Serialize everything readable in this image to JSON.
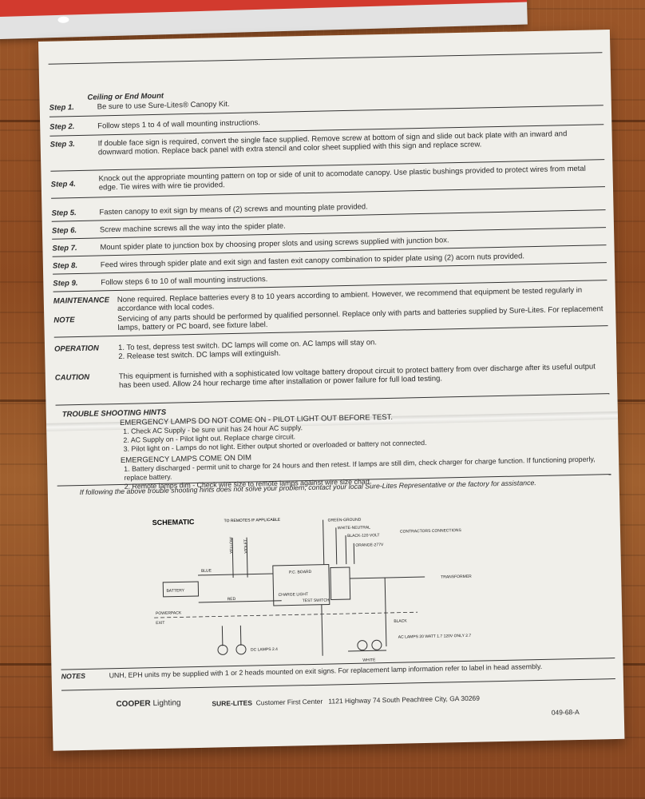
{
  "sheet": {
    "heading": "Ceiling or End Mount",
    "steps": [
      {
        "label": "Step 1.",
        "text": "Be sure to use Sure-Lites® Canopy Kit."
      },
      {
        "label": "Step 2.",
        "text": "Follow steps 1 to 4 of wall mounting instructions."
      },
      {
        "label": "Step 3.",
        "text": "If double face sign is required, convert the single face supplied. Remove screw at bottom of sign and slide out back plate with an inward and downward motion. Replace back panel with extra stencil and color sheet supplied with this sign and replace screw."
      },
      {
        "label": "Step 4.",
        "text": "Knock out the appropriate mounting pattern on top or side of unit to acomodate canopy. Use plastic bushings provided to protect wires from metal edge. Tie wires with wire tie provided."
      },
      {
        "label": "Step 5.",
        "text": "Fasten canopy to exit sign by means of (2) screws and mounting plate provided."
      },
      {
        "label": "Step 6.",
        "text": "Screw machine screws all the way into the spider plate."
      },
      {
        "label": "Step 7.",
        "text": "Mount spider plate to junction box by choosing proper slots and using screws supplied with junction box."
      },
      {
        "label": "Step 8.",
        "text": "Feed wires through spider plate and exit sign and fasten exit canopy combination to spider plate using (2) acorn nuts provided."
      },
      {
        "label": "Step 9.",
        "text": "Follow steps 6 to 10 of wall mounting instructions."
      }
    ],
    "maintenance": {
      "label": "MAINTENANCE",
      "text": "None required. Replace batteries every 8 to 10 years according to ambient. However, we recommend that equipment be tested regularly in accordance with local codes."
    },
    "note": {
      "label": "NOTE",
      "text": "Servicing of any parts should be performed by qualified personnel. Replace only with parts and batteries supplied by Sure-Lites. For replacement lamps, battery or PC board, see fixture label."
    },
    "operation": {
      "label": "OPERATION",
      "line1": "1. To test, depress test switch. DC lamps will come on. AC lamps will stay on.",
      "line2": "2. Release test switch. DC lamps will extinguish."
    },
    "caution": {
      "label": "CAUTION",
      "text": "This equipment is furnished with a sophisticated low voltage battery dropout circuit to protect battery from over discharge after its useful output has been used. Allow 24 hour recharge time after installation or power failure for full load testing."
    },
    "trouble": {
      "title": "TROUBLE SHOOTING HINTS",
      "h1": "EMERGENCY LAMPS DO NOT COME ON - PILOT LIGHT OUT BEFORE TEST.",
      "h1_items": [
        "1. Check AC Supply - be sure unit has 24 hour AC supply.",
        "2. AC Supply on - Pilot light out. Replace charge circuit.",
        "3. Pilot light on - Lamps do not light. Either output shorted or overloaded or battery not connected."
      ],
      "h2": "EMERGENCY LAMPS COME ON DIM",
      "h2_items": [
        "1. Battery discharged - permit unit to charge for 24 hours and then retest. If lamps are still dim, check charger for charge function. If functioning properly, replace battery.",
        "2. Remote lamps dim - Check wire size to remote lamps against wire size chart."
      ],
      "contact": "If following the above trouble shooting hints does not solve your problem, contact your local Sure-Lites Representative or the factory for assistance."
    },
    "schematic": {
      "title": "SCHEMATIC",
      "labels": {
        "to_remotes": "TO REMOTES IF APPLICABLE",
        "yellow": "YELLOW",
        "violet": "VIOLET",
        "blue": "BLUE",
        "red": "RED",
        "battery": "BATTERY",
        "pc_board": "P.C. BOARD",
        "charge_light": "CHARGE LIGHT",
        "test_switch": "TEST SWITCH",
        "transformer": "TRANSFORMER",
        "black": "BLACK",
        "white": "WHITE",
        "green_ground": "GREEN-GROUND",
        "white_neutral": "WHITE-NEUTRAL",
        "black_120": "BLACK-120 VOLT",
        "orange_277": "ORANGE-277V",
        "contractors": "CONTRACTORS CONNECTIONS",
        "powerpack": "POWERPACK",
        "exit": "EXIT",
        "dc_lamps": "DC LAMPS 2.4",
        "ac_lamps": "AC LAMPS 20 WATT 1.7 120V ONLY 2.7"
      }
    },
    "notes": {
      "label": "NOTES",
      "text": "UNH, EPH units my be supplied with 1 or 2 heads mounted on exit signs. For replacement lamp information refer to label in head assembly."
    },
    "footer": {
      "brand": "COOPER",
      "brand_sub": "Lighting",
      "line": "SURE-LITES",
      "center": "Customer First Center",
      "address": "1121 Highway 74 South Peachtree City, GA 30269",
      "part": "049-68-A"
    }
  }
}
